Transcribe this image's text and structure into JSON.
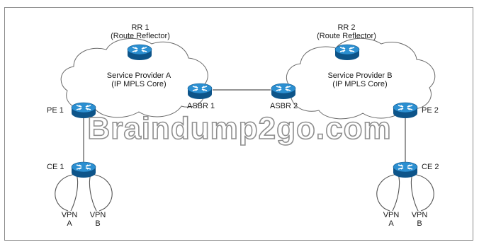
{
  "labels": {
    "rr1_line1": "RR 1",
    "rr1_line2": "(Route Reflector)",
    "rr2_line1": "RR 2",
    "rr2_line2": "(Route Reflector)",
    "spa_line1": "Service Provider A",
    "spa_line2": "(IP MPLS Core)",
    "spb_line1": "Service Provider B",
    "spb_line2": "(IP MPLS Core)",
    "asbr1": "ASBR 1",
    "asbr2": "ASBR 2",
    "pe1": "PE 1",
    "pe2": "PE 2",
    "ce1": "CE 1",
    "ce2": "CE 2",
    "vpn_left_a_line1": "VPN",
    "vpn_left_a_line2": "A",
    "vpn_left_b_line1": "VPN",
    "vpn_left_b_line2": "B",
    "vpn_right_a_line1": "VPN",
    "vpn_right_a_line2": "A",
    "vpn_right_b_line1": "VPN",
    "vpn_right_b_line2": "B"
  },
  "watermark": "Braindump2go.com",
  "colors": {
    "router_fill": "#1a75b8",
    "router_top": "#2b8fd1",
    "router_dark": "#0d5489",
    "line": "#555555",
    "cloud_stroke": "#6a6a6a"
  },
  "icons": {
    "router": "router-icon",
    "cloud": "cloud-shape"
  }
}
